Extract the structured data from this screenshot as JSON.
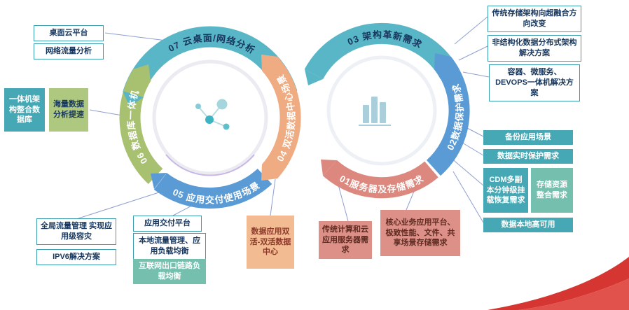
{
  "palette": {
    "teal_arc": "#58b6c6",
    "green_arc": "#a8c170",
    "blue_arc": "#5b9bd5",
    "orange_arc": "#efab81",
    "salmon_arc": "#dd887e",
    "navy_text": "#17375e",
    "teal_box_bg": "#45a8b4",
    "green_box_bg": "#aec87f",
    "orange_box_bg": "#f2bb92",
    "salmon_box_bg": "#dd9087",
    "red_swoosh": "#d63631"
  },
  "left_ring": {
    "seg07": "07 云桌面/网络分析",
    "seg06": "06 数据库一体机",
    "seg05": "05 应用交付使用场景",
    "seg04": "04 双活数据中心场景"
  },
  "right_ring": {
    "seg03": "03 架构革新需求",
    "seg02": "02数据保护需求",
    "seg01": "01服务器及存储需求"
  },
  "left_top": {
    "desktop_cloud": "桌面云平台",
    "traffic_analysis": "网络流量分析"
  },
  "left_mid": {
    "integrated_db": "一体机架构整合数据库",
    "massive_data": "海量数据分析提速"
  },
  "bottom_left": {
    "global_traffic": "全局流量管理 实现应用级容灾",
    "ipv6": "IPV6解决方案",
    "app_delivery": "应用交付平台",
    "local_traffic": "本地流量管理、应用负载均衡",
    "internet_link": "互联网出口链路负载均衡"
  },
  "bottom_mid": {
    "dual_active": "数据应用双活-双活数据中心"
  },
  "bottom_right": {
    "traditional_compute": "传统计算和云应用服务器需求",
    "core_business": "核心业务应用平台、极致性能、文件、共享场景存储需求"
  },
  "top_right": {
    "hyperconverged": "传统存储架构向超融合方向改变",
    "unstructured": "非结构化数据分布式架构解决方案",
    "container": "容器、微服务、DEVOPS一体机解决方案"
  },
  "right_side": {
    "backup": "备份应用场景",
    "realtime_protect": "数据实时保护需求",
    "cdm": "CDM多副本分钟级挂载恢复需求",
    "storage_consolidation": "存储资源整合需求",
    "local_ha": "数据本地高可用"
  }
}
